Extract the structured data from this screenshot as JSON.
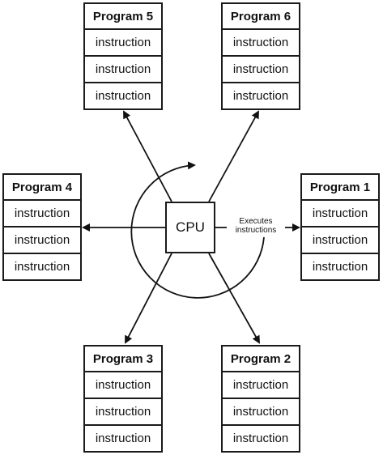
{
  "cpu_label": "CPU",
  "annotation": {
    "line1": "Executes",
    "line2": "instructions"
  },
  "programs": [
    {
      "title": "Program 1",
      "rows": [
        "instruction",
        "instruction",
        "instruction"
      ]
    },
    {
      "title": "Program 2",
      "rows": [
        "instruction",
        "instruction",
        "instruction"
      ]
    },
    {
      "title": "Program 3",
      "rows": [
        "instruction",
        "instruction",
        "instruction"
      ]
    },
    {
      "title": "Program 4",
      "rows": [
        "instruction",
        "instruction",
        "instruction"
      ]
    },
    {
      "title": "Program 5",
      "rows": [
        "instruction",
        "instruction",
        "instruction"
      ]
    },
    {
      "title": "Program 6",
      "rows": [
        "instruction",
        "instruction",
        "instruction"
      ]
    }
  ]
}
